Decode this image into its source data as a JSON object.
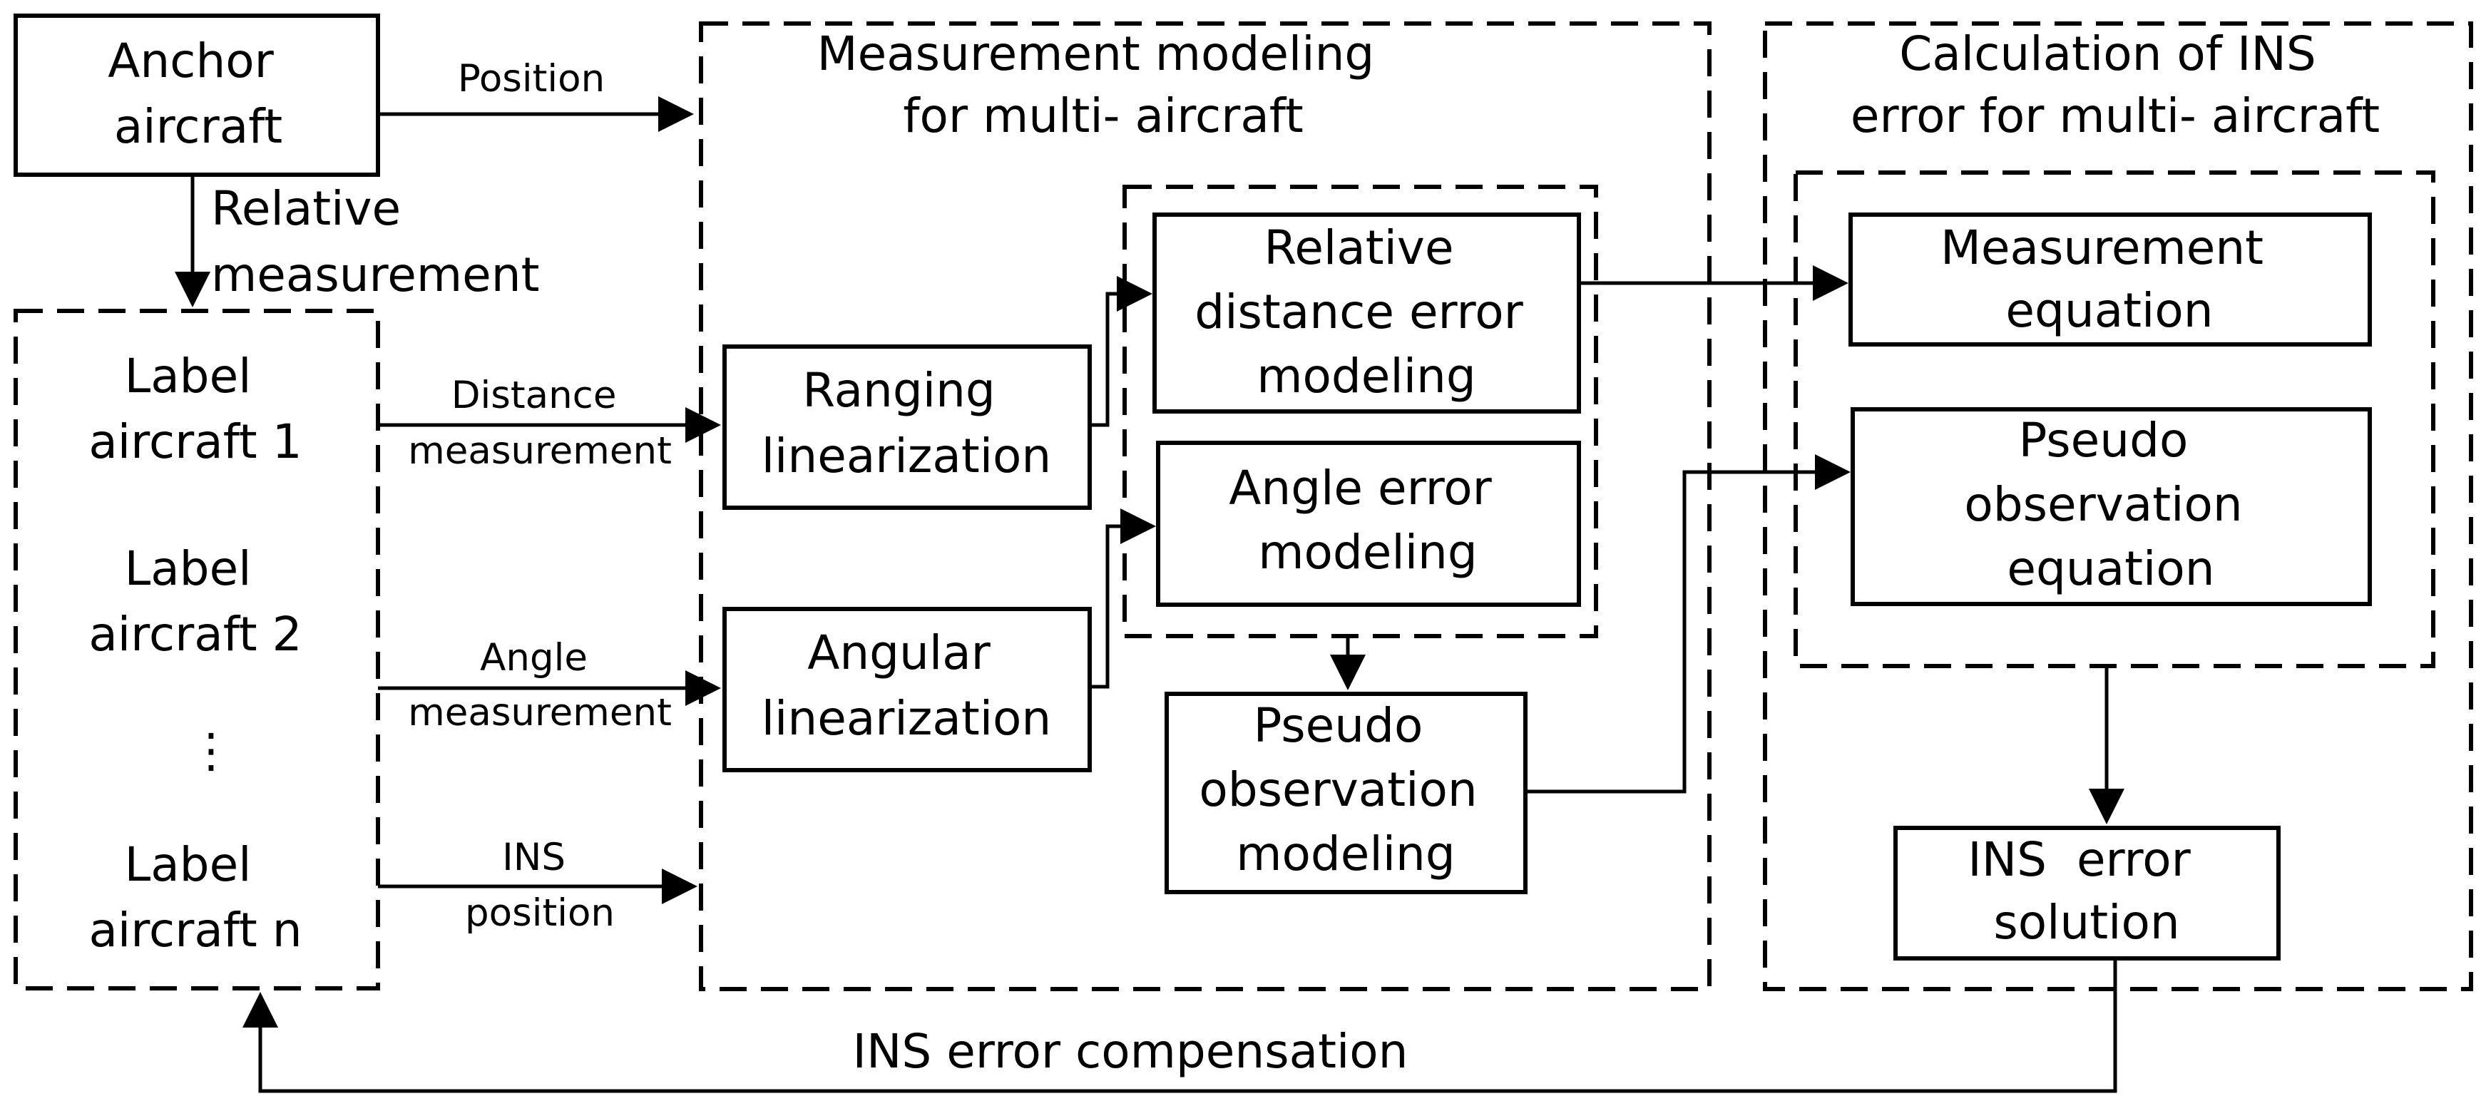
{
  "anchor_aircraft": [
    "Anchor",
    "aircraft"
  ],
  "position_label": "Position",
  "relative_measurement": [
    "Relative",
    "measurement"
  ],
  "label_aircraft_1": [
    "Label",
    "aircraft 1"
  ],
  "label_aircraft_2": [
    "Label",
    "aircraft 2"
  ],
  "ellipsis": "⋮",
  "label_aircraft_n": [
    "Label",
    "aircraft n"
  ],
  "distance_measurement": [
    "Distance",
    "measurement"
  ],
  "angle_measurement": [
    "Angle",
    "measurement"
  ],
  "ins_position": [
    "INS",
    "position"
  ],
  "measurement_modeling_title": [
    "Measurement modeling",
    "for multi- aircraft"
  ],
  "ranging_linearization": [
    "Ranging",
    "linearization"
  ],
  "angular_linearization": [
    "Angular",
    "linearization"
  ],
  "relative_distance_error_modeling": [
    "Relative",
    "distance error",
    "modeling"
  ],
  "angle_error_modeling": [
    "Angle error",
    "modeling"
  ],
  "pseudo_observation_modeling": [
    "Pseudo",
    "observation",
    "modeling"
  ],
  "calculation_title": [
    "Calculation of INS",
    "error for multi- aircraft"
  ],
  "measurement_equation": [
    "Measurement",
    "equation"
  ],
  "pseudo_observation_equation": [
    "Pseudo",
    "observation",
    "equation"
  ],
  "ins_error_solution": [
    "INS  error",
    "solution"
  ],
  "ins_error_compensation": "INS error compensation"
}
